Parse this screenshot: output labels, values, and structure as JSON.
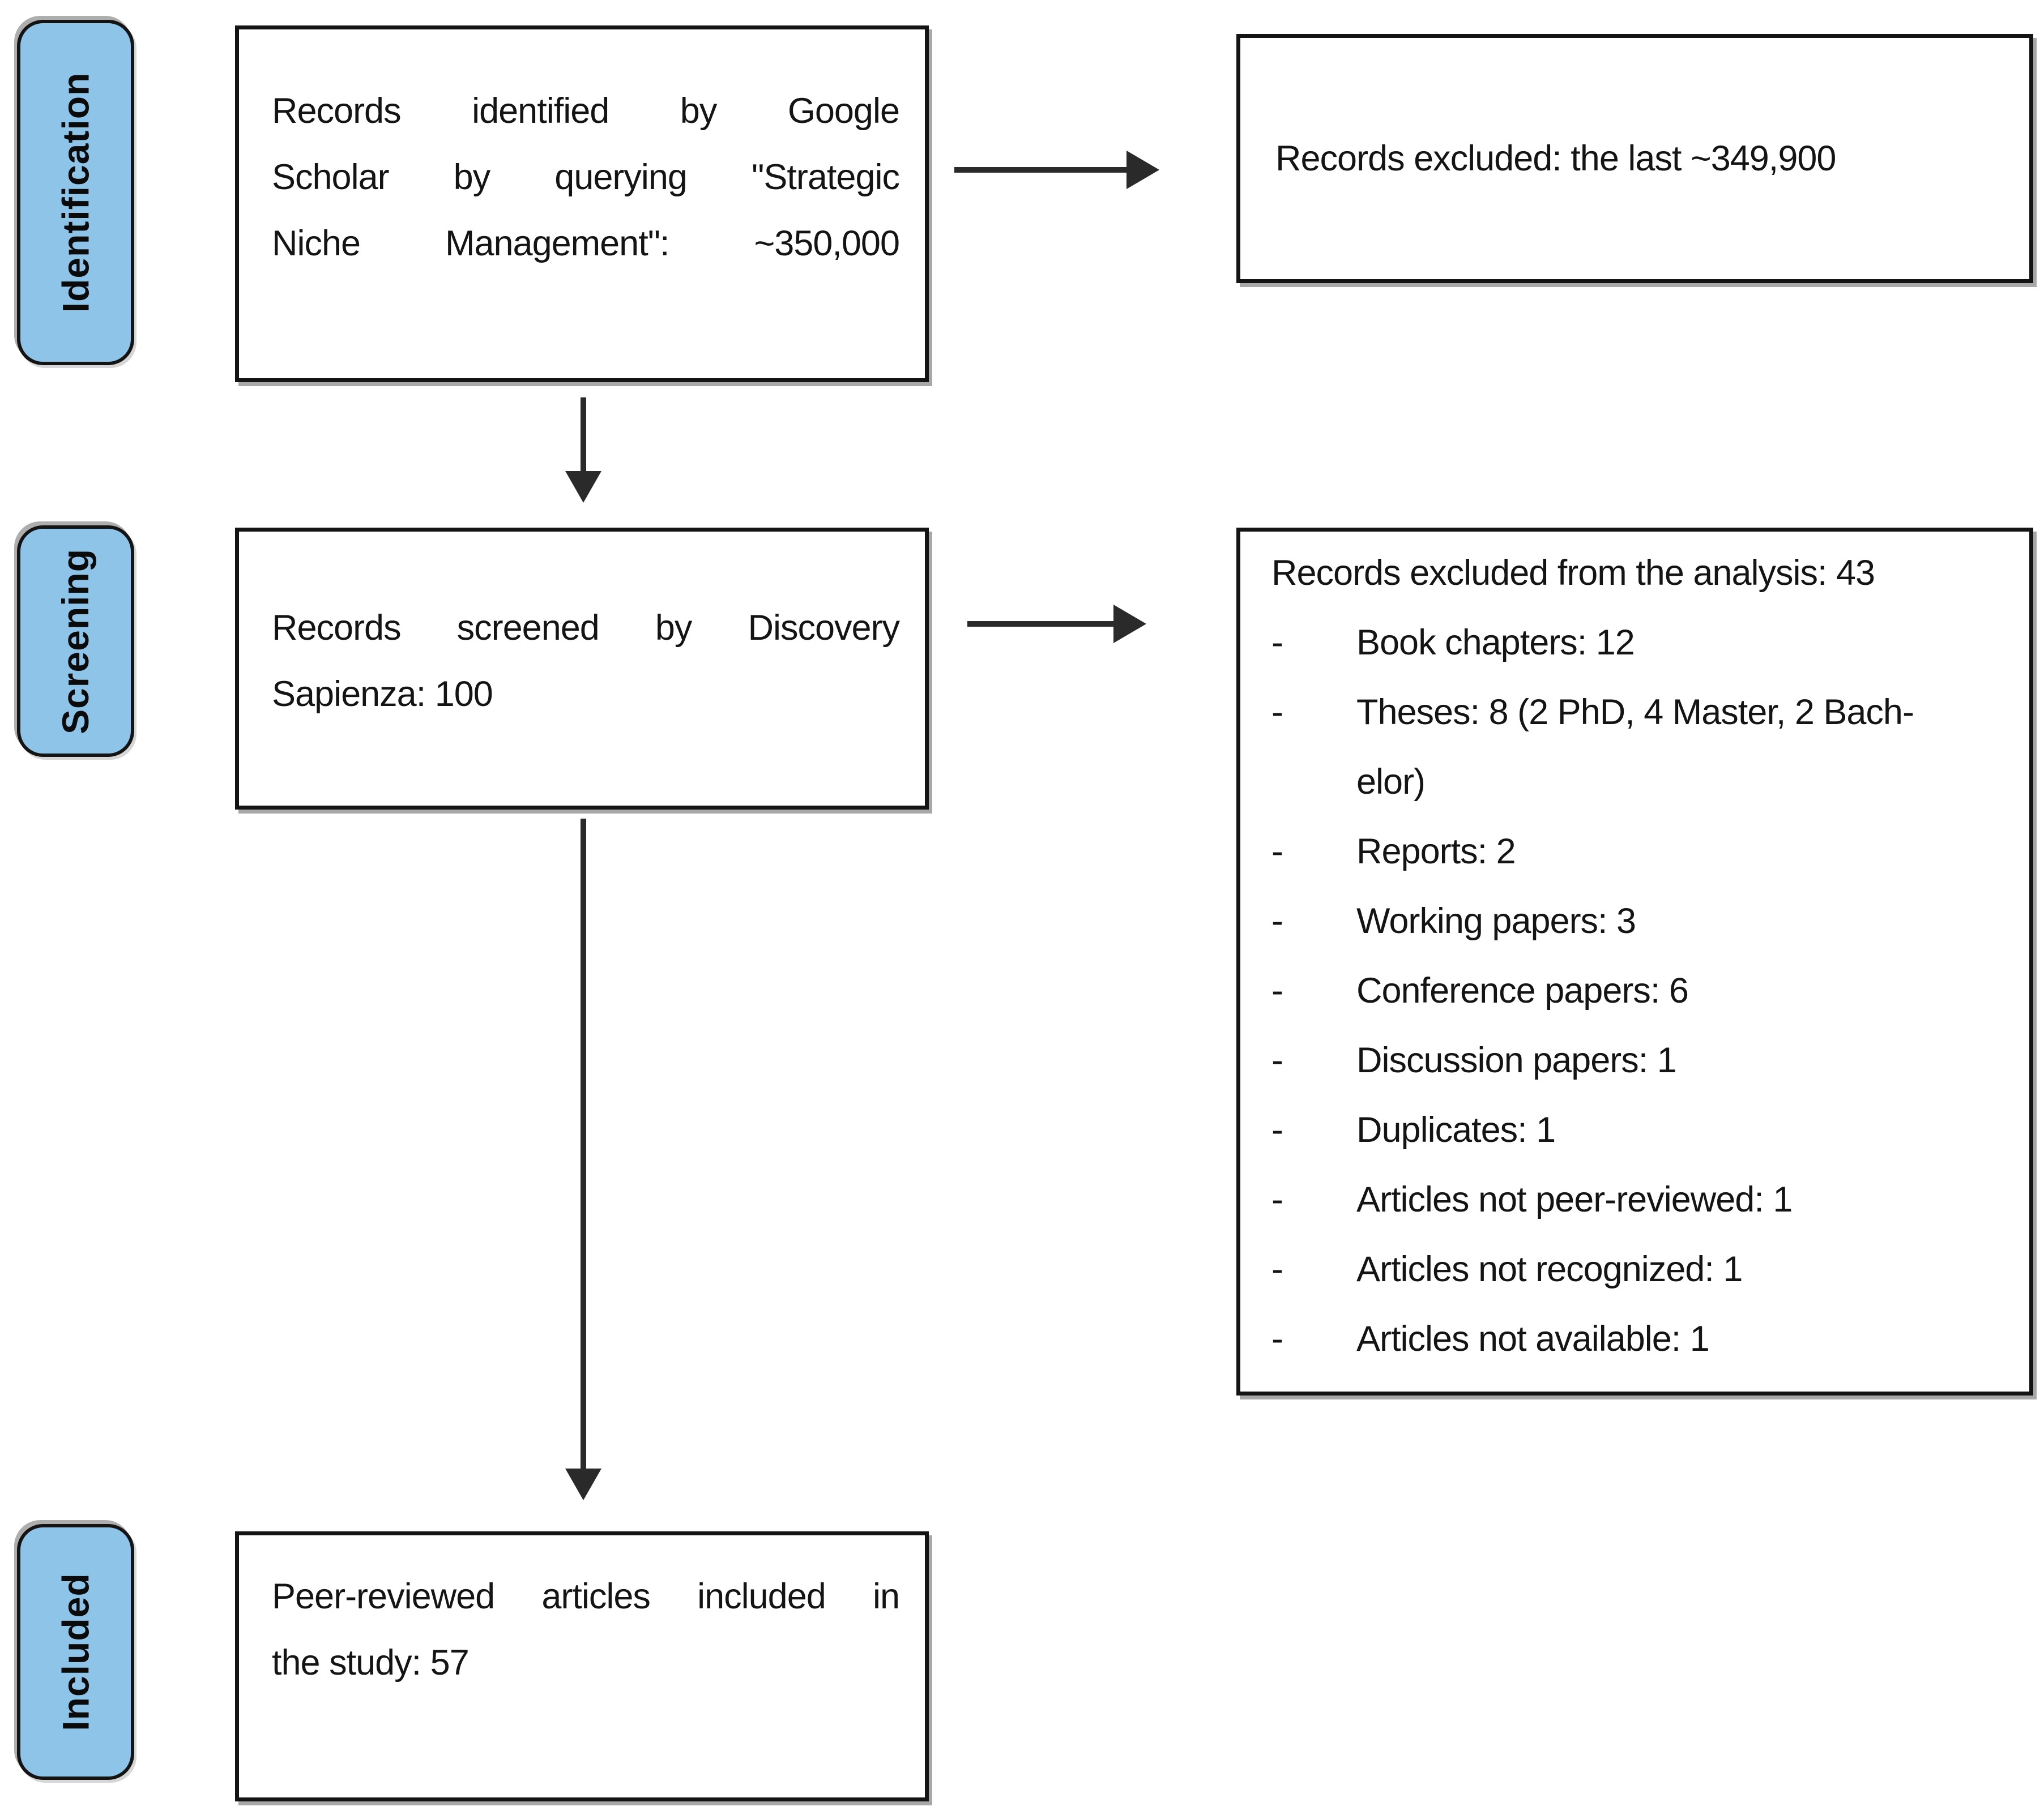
{
  "figure": {
    "stages": [
      {
        "id": "identification",
        "label": "Identification"
      },
      {
        "id": "screening",
        "label": "Screening"
      },
      {
        "id": "included",
        "label": "Included"
      }
    ],
    "nodes": {
      "identified": {
        "lines": [
          "Records identified by Google",
          "Scholar by querying \"Strategic",
          "Niche Management\": ~350,000"
        ]
      },
      "excluded_records": {
        "text": "Records excluded: the last ~349,900"
      },
      "screened": {
        "lines": [
          "Records screened by Discovery",
          "Sapienza: 100"
        ]
      },
      "excluded_analysis": {
        "title": "Records excluded from the analysis: 43",
        "bullet": "-",
        "items": [
          "Book chapters: 12",
          "Theses: 8 (2 PhD, 4 Master, 2 Bach-\nelor)",
          "Reports: 2",
          "Working papers: 3",
          "Conference papers: 6",
          "Discussion papers: 1",
          "Duplicates: 1",
          "Articles not peer-reviewed: 1",
          "Articles not recognized: 1",
          "Articles not available: 1"
        ]
      },
      "included_articles": {
        "lines": [
          "Peer-reviewed articles included in",
          "the study: 57"
        ]
      }
    },
    "colors": {
      "stage_fill": "#8fc4e9",
      "line": "#141414",
      "arrow": "#2a2a2a",
      "shadow": "#a8a8a8"
    }
  }
}
